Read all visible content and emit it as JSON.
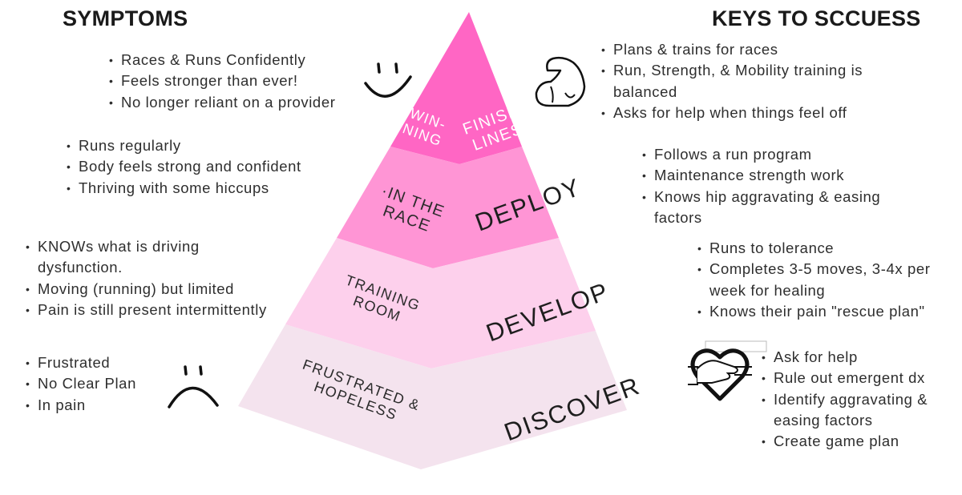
{
  "symptoms": {
    "title": "SYMPTOMS",
    "groups": [
      [
        "Races & Runs Confidently",
        "Feels stronger than ever!",
        "No longer reliant on a provider"
      ],
      [
        "Runs regularly",
        "Body feels strong and confident",
        "Thriving with some hiccups"
      ],
      [
        "KNOWs what is driving",
        "dysfunction.",
        "Moving (running) but limited",
        "Pain is still present intermittently"
      ],
      [
        "Frustrated",
        "No Clear Plan",
        "In pain"
      ]
    ]
  },
  "keys": {
    "title": "KEYS TO SCCUESS",
    "groups": [
      [
        "Plans & trains for races",
        "Run, Strength, & Mobility training is",
        "balanced",
        "Asks for help when things feel off"
      ],
      [
        "Follows a run program",
        "Maintenance strength work",
        "Knows hip aggravating & easing",
        "factors"
      ],
      [
        "Runs to tolerance",
        "Completes 3-5 moves, 3-4x per",
        "week for healing",
        "Knows their pain \"rescue plan\""
      ],
      [
        "Ask for help",
        "Rule out emergent dx",
        "Identify aggravating &",
        "easing factors",
        "Create game plan"
      ]
    ]
  },
  "pyramid": {
    "tiers": [
      {
        "left": [
          "WIN-",
          "NING"
        ],
        "right": [
          "FINISH",
          "LINES"
        ],
        "color": "#ff66c4"
      },
      {
        "left": [
          "·IN THE",
          "RACE"
        ],
        "right": [
          "DEPLOY"
        ],
        "color": "#ff95d5"
      },
      {
        "left": [
          "TRAINING",
          "ROOM"
        ],
        "right": [
          "DEVELOP"
        ],
        "color": "#fdd0ec"
      },
      {
        "left": [
          "FRUSTRATED &",
          "HOPELESS"
        ],
        "right": [
          "DISCOVER"
        ],
        "color": "#f4e3ee"
      }
    ]
  }
}
